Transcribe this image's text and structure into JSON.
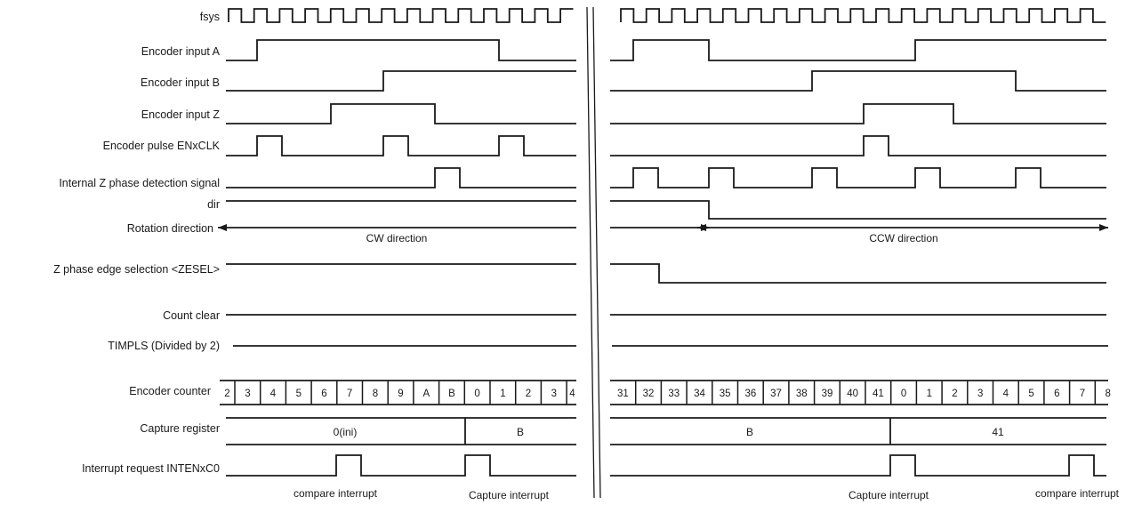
{
  "diagram": {
    "signals": [
      {
        "id": "fsys",
        "label": "fsys"
      },
      {
        "id": "enc_a",
        "label": "Encoder input A"
      },
      {
        "id": "enc_b",
        "label": "Encoder input B"
      },
      {
        "id": "enc_z",
        "label": "Encoder input Z"
      },
      {
        "id": "enclk",
        "label": "Encoder pulse ENxCLK"
      },
      {
        "id": "zdet",
        "label": "Internal Z phase detection signal"
      },
      {
        "id": "dir",
        "label": "dir"
      },
      {
        "id": "rotation",
        "label": "Rotation direction"
      },
      {
        "id": "zesel",
        "label": "Z phase edge selection <ZESEL>"
      },
      {
        "id": "count_clear",
        "label": "Count clear"
      },
      {
        "id": "timpls",
        "label": "TIMPLS (Divided by 2)"
      },
      {
        "id": "counter",
        "label": "Encoder counter"
      },
      {
        "id": "capture",
        "label": "Capture register"
      },
      {
        "id": "intreq",
        "label": "Interrupt request INTENxC0"
      }
    ],
    "rotation_labels": {
      "left": "CW direction",
      "right": "CCW direction"
    },
    "counter_left": [
      "2",
      "3",
      "4",
      "5",
      "6",
      "7",
      "8",
      "9",
      "A",
      "B",
      "0",
      "1",
      "2",
      "3",
      "4"
    ],
    "counter_right": [
      "31",
      "32",
      "33",
      "34",
      "35",
      "36",
      "37",
      "38",
      "39",
      "40",
      "41",
      "0",
      "1",
      "2",
      "3",
      "4",
      "5",
      "6",
      "7",
      "8"
    ],
    "capture_left": [
      "0(ini)",
      "B"
    ],
    "capture_right": [
      "B",
      "41"
    ],
    "annotations": [
      {
        "id": "left_compare",
        "text": "compare interrupt"
      },
      {
        "id": "left_capture",
        "text": "Capture interrupt"
      },
      {
        "id": "right_capture",
        "text": "Capture interrupt"
      },
      {
        "id": "right_compare",
        "text": "compare interrupt"
      }
    ]
  }
}
